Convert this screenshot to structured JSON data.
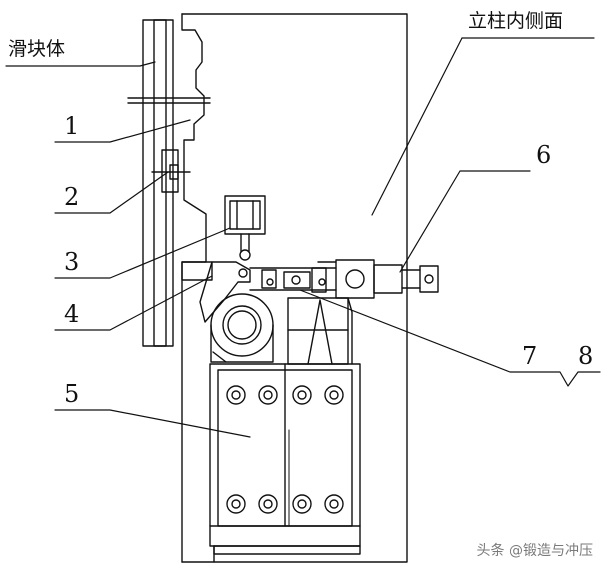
{
  "labels": {
    "slider": "滑块体",
    "column_inner_side": "立柱内侧面",
    "part1": "1",
    "part2": "2",
    "part3": "3",
    "part4": "4",
    "part5": "5",
    "part6": "6",
    "part7": "7",
    "part8": "8"
  },
  "watermark": "头条 @锻造与冲压",
  "colors": {
    "line": "#111111",
    "background": "#ffffff",
    "watermark": "#7a7a7a"
  }
}
